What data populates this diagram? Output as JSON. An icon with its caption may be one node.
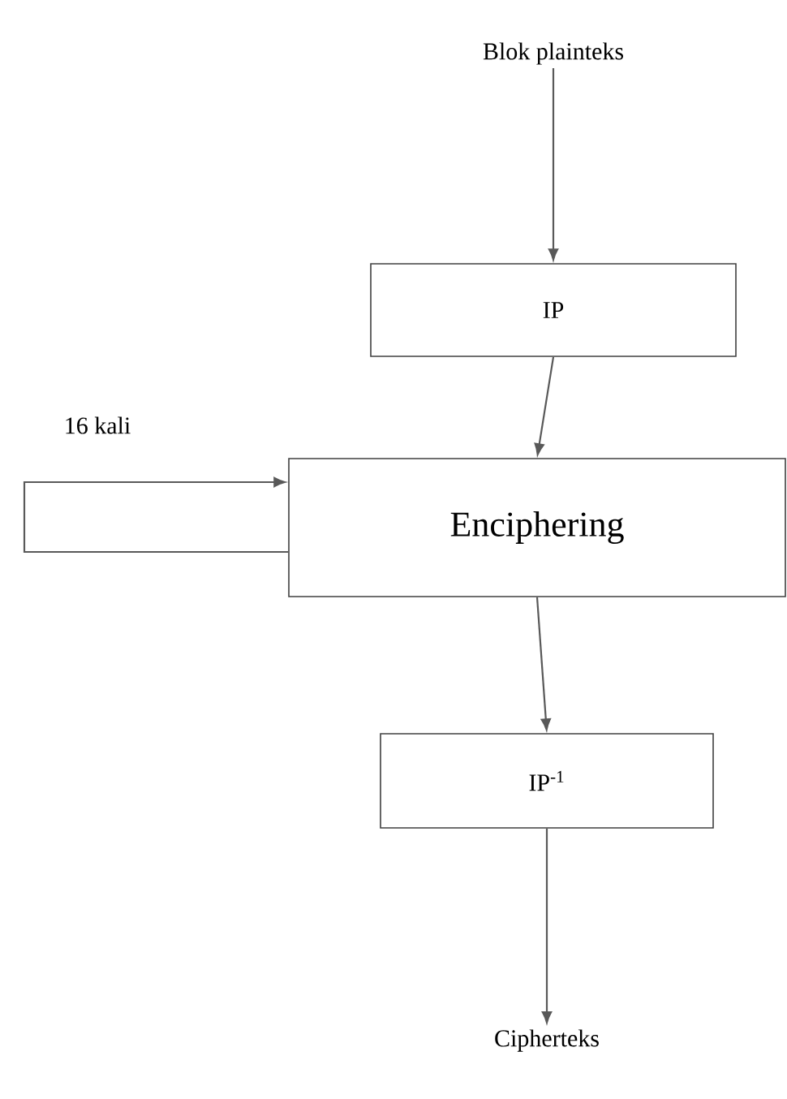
{
  "diagram": {
    "nodes": [
      {
        "text": [
          "Blok plainteks"
        ]
      },
      {
        "text": [
          "IP"
        ]
      },
      {
        "text": [
          "Enciphering"
        ]
      },
      {
        "text": [
          "IP$^{-1}$"
        ]
      },
      {
        "text": [
          "Cipherteks"
        ]
      }
    ],
    "edges": [
      {
        "from": 0,
        "to": 1,
        "arrow": "to"
      },
      {
        "from": 1,
        "to": 2,
        "arrow": "to"
      },
      {
        "from": 2,
        "to": 2,
        "arrow": "to",
        "label": "16 kali"
      },
      {
        "from": 2,
        "to": 3,
        "arrow": "to"
      },
      {
        "from": 3,
        "to": 4,
        "arrow": "to"
      }
    ]
  }
}
